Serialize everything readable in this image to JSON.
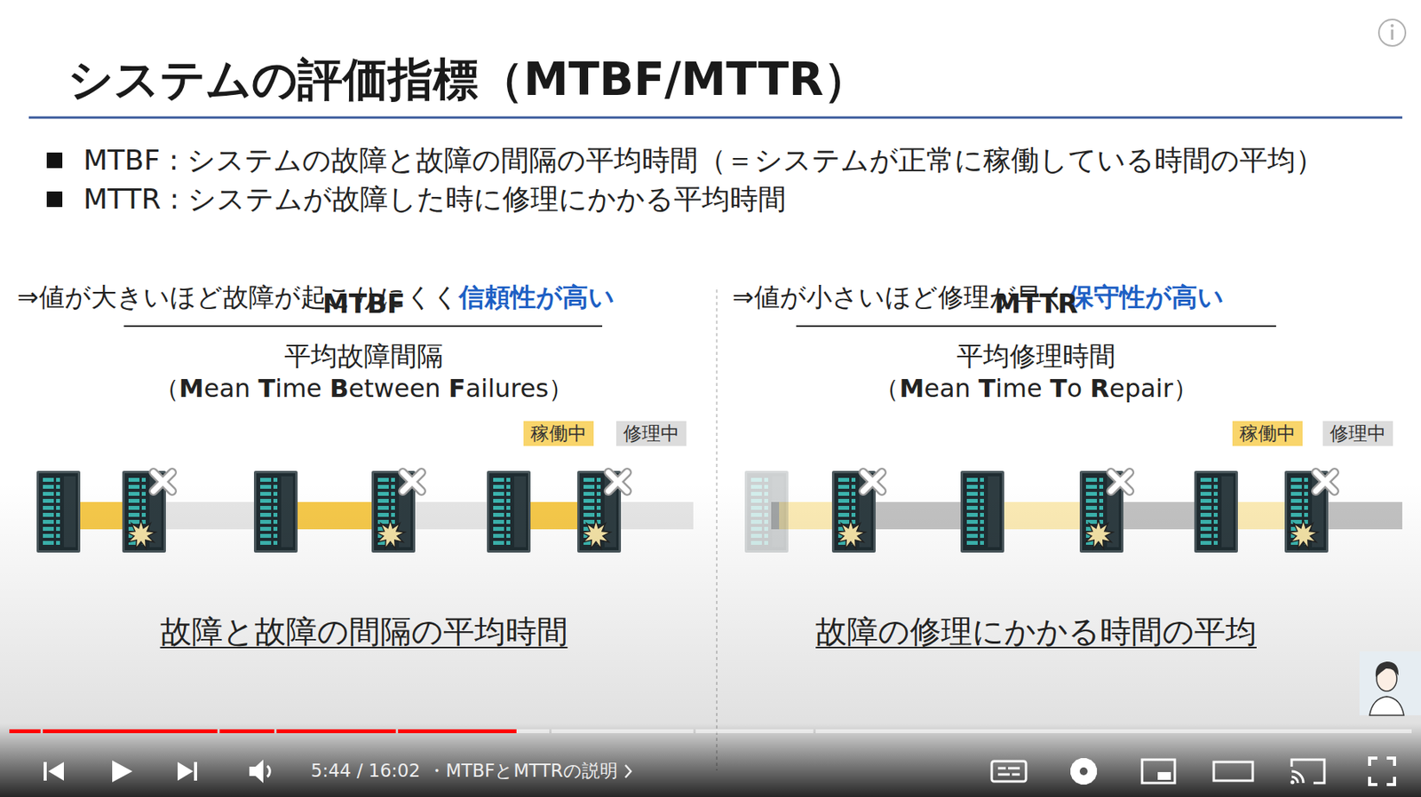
{
  "diagram": {
    "title": "システムの評価指標（MTBF/MTTR）",
    "nodes": [
      {
        "text": [
          "MTBF",
          "平均故障間隔",
          "（Mean Time Between Failures）",
          "故障と故障の間隔の平均時間",
          "⇒値が大きいほど故障が起こりにくく",
          "信頼性が高い"
        ]
      },
      {
        "text": [
          "MTTR",
          "平均修理時間",
          "（Mean Time To Repair）",
          "故障の修理にかかる時間の平均",
          "⇒値が小さいほど修理が早く",
          "保守性が高い"
        ]
      }
    ],
    "labels": [
      "MTBF : システムの故障と故障の間隔の平均時間（＝システムが正常に稼働している時間の平均）",
      "MTTR : システムが故障した時に修理にかかる平均時間",
      "5:44 / 16:02",
      "・MTBFとMTTRの説明"
    ],
    "legend": [
      {
        "text": "稼働中",
        "color": "#f9d56b"
      },
      {
        "text": "修理中",
        "color": "#dcdcdc"
      },
      {
        "text": "稼働中",
        "color": "#f9d56b"
      },
      {
        "text": "修理中",
        "color": "#dcdcdc"
      }
    ]
  }
}
